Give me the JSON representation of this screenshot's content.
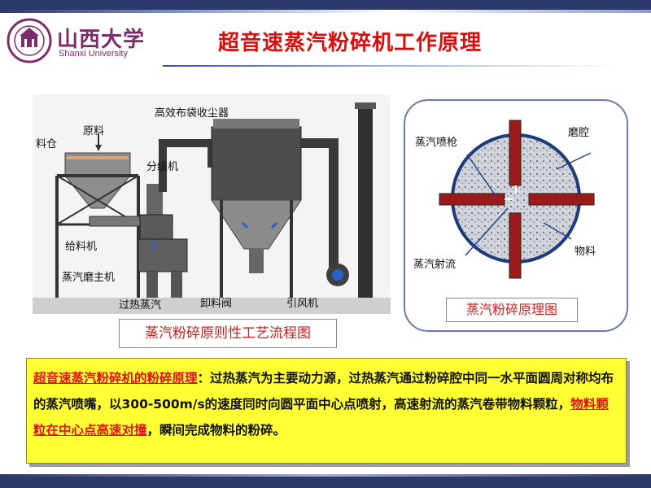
{
  "logo": {
    "cn": "山西大学",
    "en": "Shanxi University"
  },
  "title": "超音速蒸汽粉碎机工作原理",
  "flow_diagram": {
    "caption": "蒸汽粉碎原则性工艺流程图",
    "labels": {
      "silo": "料仓",
      "raw_material": "原料",
      "filter": "高效布袋收尘器",
      "classifier": "分级机",
      "feeder": "给料机",
      "main_mill": "蒸汽磨主机",
      "superheated_steam": "过热蒸汽",
      "discharge_valve": "卸料阀",
      "fan": "引风机"
    }
  },
  "principle_diagram": {
    "caption": "蒸汽粉碎原理图",
    "labels": {
      "nozzle": "蒸汽喷枪",
      "chamber": "磨腔",
      "jet": "蒸汽射流",
      "material": "物料"
    }
  },
  "description": {
    "highlight1": "超音速蒸汽粉碎机的粉碎原理",
    "part1": "：过热蒸汽为主要动力源，过热蒸汽通过粉碎腔中同一水平面圆周对称均布的蒸汽喷嘴，以300-500m/s的速度同时向圆平面中心点喷射，高速射流的蒸汽卷带物料颗粒，",
    "highlight2": "物料颗粒在中心点高速对撞",
    "part2": "，瞬间完成物料的粉碎。"
  }
}
